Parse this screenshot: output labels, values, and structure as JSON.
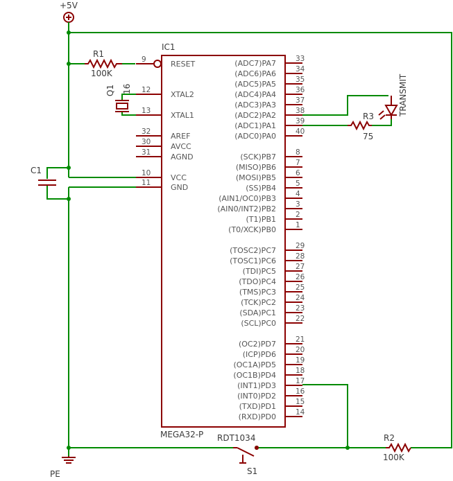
{
  "schematic": {
    "ic": {
      "name": "IC1",
      "value": "MEGA32-P",
      "left_pins": [
        {
          "num": "9",
          "name": "RESET"
        },
        {
          "num": "12",
          "name": "XTAL2"
        },
        {
          "num": "13",
          "name": "XTAL1"
        },
        {
          "num": "32",
          "name": "AREF"
        },
        {
          "num": "30",
          "name": "AVCC"
        },
        {
          "num": "31",
          "name": "AGND"
        },
        {
          "num": "10",
          "name": "VCC"
        },
        {
          "num": "11",
          "name": "GND"
        }
      ],
      "right_pins": [
        {
          "num": "33",
          "name": "(ADC7)PA7"
        },
        {
          "num": "34",
          "name": "(ADC6)PA6"
        },
        {
          "num": "35",
          "name": "(ADC5)PA5"
        },
        {
          "num": "36",
          "name": "(ADC4)PA4"
        },
        {
          "num": "37",
          "name": "(ADC3)PA3"
        },
        {
          "num": "38",
          "name": "(ADC2)PA2"
        },
        {
          "num": "39",
          "name": "(ADC1)PA1"
        },
        {
          "num": "40",
          "name": "(ADC0)PA0"
        },
        {
          "num": "8",
          "name": "(SCK)PB7"
        },
        {
          "num": "7",
          "name": "(MISO)PB6"
        },
        {
          "num": "6",
          "name": "(MOSI)PB5"
        },
        {
          "num": "5",
          "name": "(SS)PB4"
        },
        {
          "num": "4",
          "name": "(AIN1/OC0)PB3"
        },
        {
          "num": "3",
          "name": "(AIN0/INT2)PB2"
        },
        {
          "num": "2",
          "name": "(T1)PB1"
        },
        {
          "num": "1",
          "name": "(T0/XCK)PB0"
        },
        {
          "num": "29",
          "name": "(TOSC2)PC7"
        },
        {
          "num": "28",
          "name": "(TOSC1)PC6"
        },
        {
          "num": "27",
          "name": "(TDI)PC5"
        },
        {
          "num": "26",
          "name": "(TDO)PC4"
        },
        {
          "num": "25",
          "name": "(TMS)PC3"
        },
        {
          "num": "24",
          "name": "(TCK)PC2"
        },
        {
          "num": "23",
          "name": "(SDA)PC1"
        },
        {
          "num": "22",
          "name": "(SCL)PC0"
        },
        {
          "num": "21",
          "name": "(OC2)PD7"
        },
        {
          "num": "20",
          "name": "(ICP)PD6"
        },
        {
          "num": "19",
          "name": "(OC1A)PD5"
        },
        {
          "num": "18",
          "name": "(OC1B)PD4"
        },
        {
          "num": "17",
          "name": "(INT1)PD3"
        },
        {
          "num": "16",
          "name": "(INT0)PD2"
        },
        {
          "num": "15",
          "name": "(TXD)PD1"
        },
        {
          "num": "14",
          "name": "(RXD)PD0"
        }
      ]
    },
    "supply": "+5V",
    "ground": "PE",
    "r1": {
      "name": "R1",
      "value": "100K"
    },
    "r2": {
      "name": "R2",
      "value": "100K"
    },
    "r3": {
      "name": "R3",
      "value": "75"
    },
    "q1": {
      "name": "Q1",
      "value": "16"
    },
    "c1": {
      "name": "C1"
    },
    "led": {
      "name": "TRANSMIT"
    },
    "s1": {
      "name": "S1",
      "value": "RDT1034"
    },
    "colors": {
      "wire": "#008a00",
      "part": "#8b0000",
      "text": "#4d4d4d"
    }
  }
}
